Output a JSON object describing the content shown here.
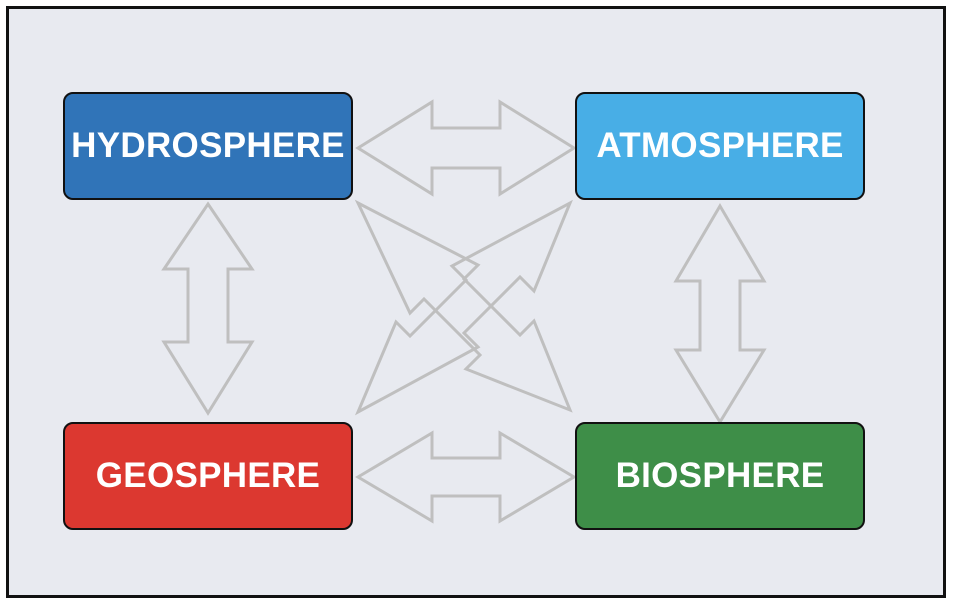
{
  "diagram": {
    "nodes": {
      "hydrosphere": {
        "label": "HYDROSPHERE",
        "color": "#3074b8"
      },
      "atmosphere": {
        "label": "ATMOSPHERE",
        "color": "#48aee6"
      },
      "geosphere": {
        "label": "GEOSPHERE",
        "color": "#dc3830"
      },
      "biosphere": {
        "label": "BIOSPHERE",
        "color": "#3e8e48"
      }
    },
    "arrow_color": "#bfbfbf",
    "connections": [
      {
        "from": "hydrosphere",
        "to": "atmosphere",
        "type": "double-arrow"
      },
      {
        "from": "geosphere",
        "to": "biosphere",
        "type": "double-arrow"
      },
      {
        "from": "hydrosphere",
        "to": "geosphere",
        "type": "double-arrow"
      },
      {
        "from": "atmosphere",
        "to": "biosphere",
        "type": "double-arrow"
      },
      {
        "from": "hydrosphere",
        "to": "biosphere",
        "type": "double-arrow"
      },
      {
        "from": "atmosphere",
        "to": "geosphere",
        "type": "double-arrow"
      }
    ]
  }
}
